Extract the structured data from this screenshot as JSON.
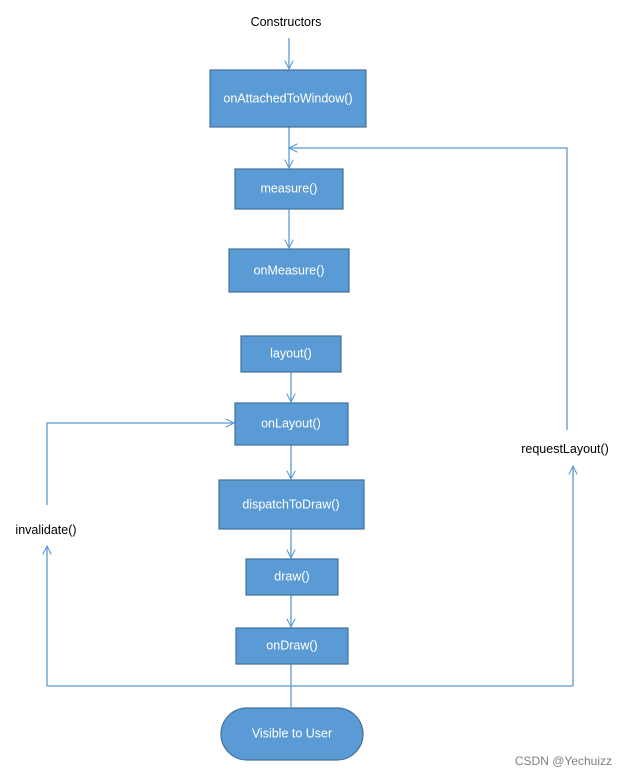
{
  "labels": {
    "constructors": "Constructors",
    "request_layout": "requestLayout()",
    "invalidate": "invalidate()"
  },
  "nodes": {
    "on_attached_to_window": "onAttachedToWindow()",
    "measure": "measure()",
    "on_measure": "onMeasure()",
    "layout": "layout()",
    "on_layout": "onLayout()",
    "dispatch_to_draw": "dispatchToDraw()",
    "draw": "draw()",
    "on_draw": "onDraw()",
    "visible_to_user": "Visible to User"
  },
  "watermark": "CSDN @Yechuizz",
  "colors": {
    "node_fill": "#5b9bd5",
    "node_border": "#41719c",
    "line": "#5b9bd5"
  }
}
